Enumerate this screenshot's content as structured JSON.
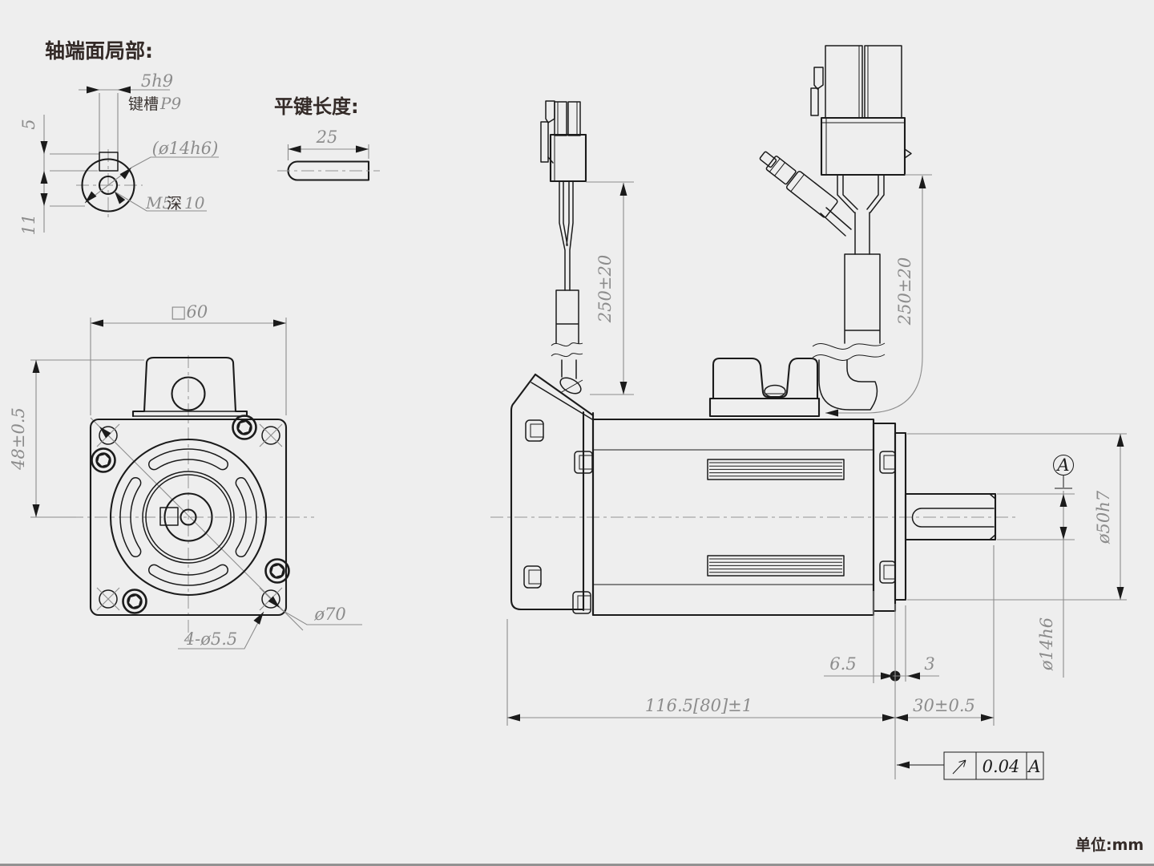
{
  "colors": {
    "background": "#eeeeee",
    "object_line": "#1b1b1b",
    "dimension_line": "#8c8c8c",
    "dimension_text": "#8c8c8c",
    "cjk_text": "#332a27"
  },
  "titles": {
    "shaft_end": "轴端面局部:",
    "flat_key": "平键长度:",
    "unit": "单位:mm"
  },
  "shaft_end_view": {
    "keyway_width": "5h9",
    "keyway_label": "键槽",
    "keyway_fit": "P9",
    "shaft_dia_ref": "(ø14h6)",
    "tap_size": "M5",
    "tap_depth_label": "深",
    "tap_depth": "10",
    "key_height": "5",
    "hub_depth": "11"
  },
  "flat_key_view": {
    "length": "25"
  },
  "front_view": {
    "frame_size": "□60",
    "height_to_center": "48±0.5",
    "bolt_circle_dia": "ø70",
    "mounting_holes": "4-ø5.5"
  },
  "side_view": {
    "encoder_cable_length": "250±20",
    "power_cable_length": "250±20",
    "total_length": "116.5[80]±1",
    "shaft_length": "30±0.5",
    "boss_offset": "6.5",
    "flange_thickness": "3",
    "pilot_dia": "ø50h7",
    "shaft_dia": "ø14h6",
    "datum_label": "A",
    "runout_value": "0.04",
    "runout_datum": "A"
  }
}
